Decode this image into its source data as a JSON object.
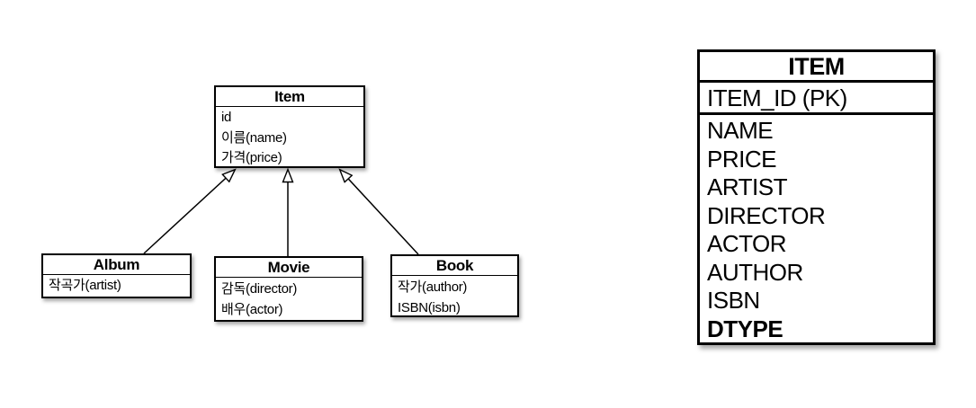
{
  "uml_diagram": {
    "item": {
      "title": "Item",
      "attributes": [
        "id",
        "이름(name)",
        "가격(price)"
      ]
    },
    "album": {
      "title": "Album",
      "attributes": [
        "작곡가(artist)"
      ]
    },
    "movie": {
      "title": "Movie",
      "attributes": [
        "감독(director)",
        "배우(actor)"
      ]
    },
    "book": {
      "title": "Book",
      "attributes": [
        "작가(author)",
        "ISBN(isbn)"
      ]
    },
    "relationship": "generalization"
  },
  "table_diagram": {
    "title": "ITEM",
    "primary_key": "ITEM_ID (PK)",
    "columns": [
      "NAME",
      "PRICE",
      "ARTIST",
      "DIRECTOR",
      "ACTOR",
      "AUTHOR",
      "ISBN",
      "DTYPE"
    ],
    "discriminator_column": "DTYPE"
  },
  "colors": {
    "line": "#000000",
    "background": "#ffffff",
    "box_fill": "#ffffff"
  }
}
